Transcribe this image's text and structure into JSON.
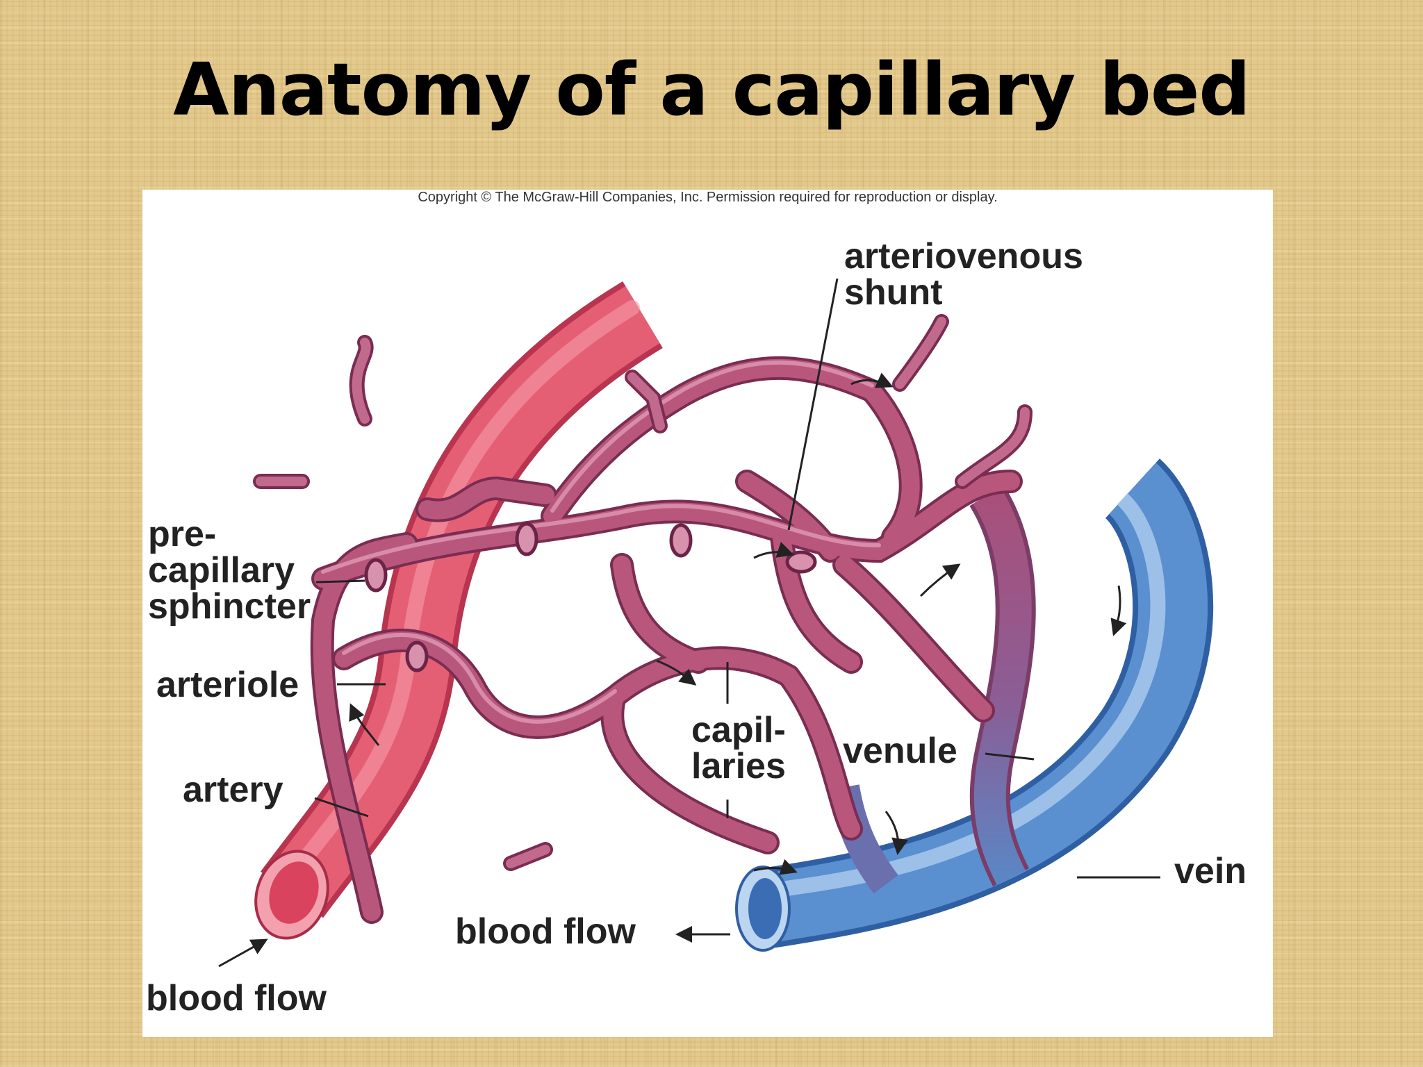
{
  "title": "Anatomy of a capillary bed",
  "copyright": "Copyright © The McGraw-Hill Companies, Inc. Permission required for reproduction or display.",
  "labels": {
    "arteriovenous_shunt": [
      "arteriovenous",
      "shunt"
    ],
    "precapillary_sphincter": [
      "pre-",
      "capillary",
      "sphincter"
    ],
    "arteriole": "arteriole",
    "artery": "artery",
    "capillaries": [
      "capil-",
      "laries"
    ],
    "venule": "venule",
    "vein": "vein",
    "blood_flow_in": "blood flow",
    "blood_flow_out": "blood flow"
  },
  "colors": {
    "artery": "#e05a70",
    "arteriole": "#b84d6e",
    "vein": "#4f86c9",
    "label_text": "#222222"
  }
}
